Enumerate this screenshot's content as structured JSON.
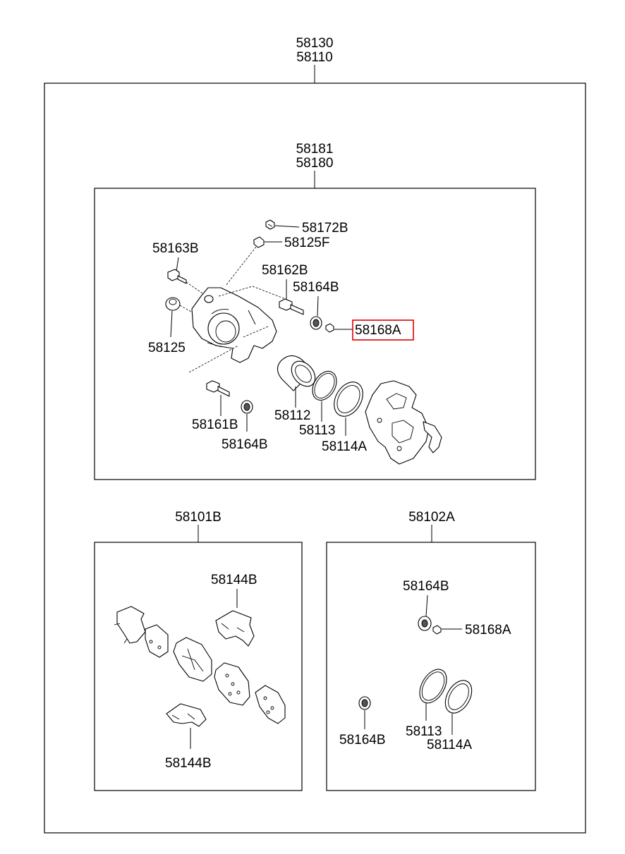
{
  "assembly": {
    "label_top": "58130",
    "label_bottom": "58110"
  },
  "caliper_group": {
    "label_top": "58181",
    "label_bottom": "58180",
    "parts": {
      "p58172B": "58172B",
      "p58125F": "58125F",
      "p58163B": "58163B",
      "p58162B": "58162B",
      "p58164B_top": "58164B",
      "p58168A": "58168A",
      "p58125": "58125",
      "p58112": "58112",
      "p58161B": "58161B",
      "p58113": "58113",
      "p58164B_bottom": "58164B",
      "p58114A": "58114A"
    },
    "highlighted_part": "58168A",
    "highlight_color": "#e00000"
  },
  "pad_kit": {
    "label": "58101B",
    "parts": {
      "p58144B_top": "58144B",
      "p58144B_bottom": "58144B"
    }
  },
  "seal_kit": {
    "label": "58102A",
    "parts": {
      "p58164B_top": "58164B",
      "p58168A": "58168A",
      "p58164B_bottom": "58164B",
      "p58113": "58113",
      "p58114A": "58114A"
    }
  }
}
